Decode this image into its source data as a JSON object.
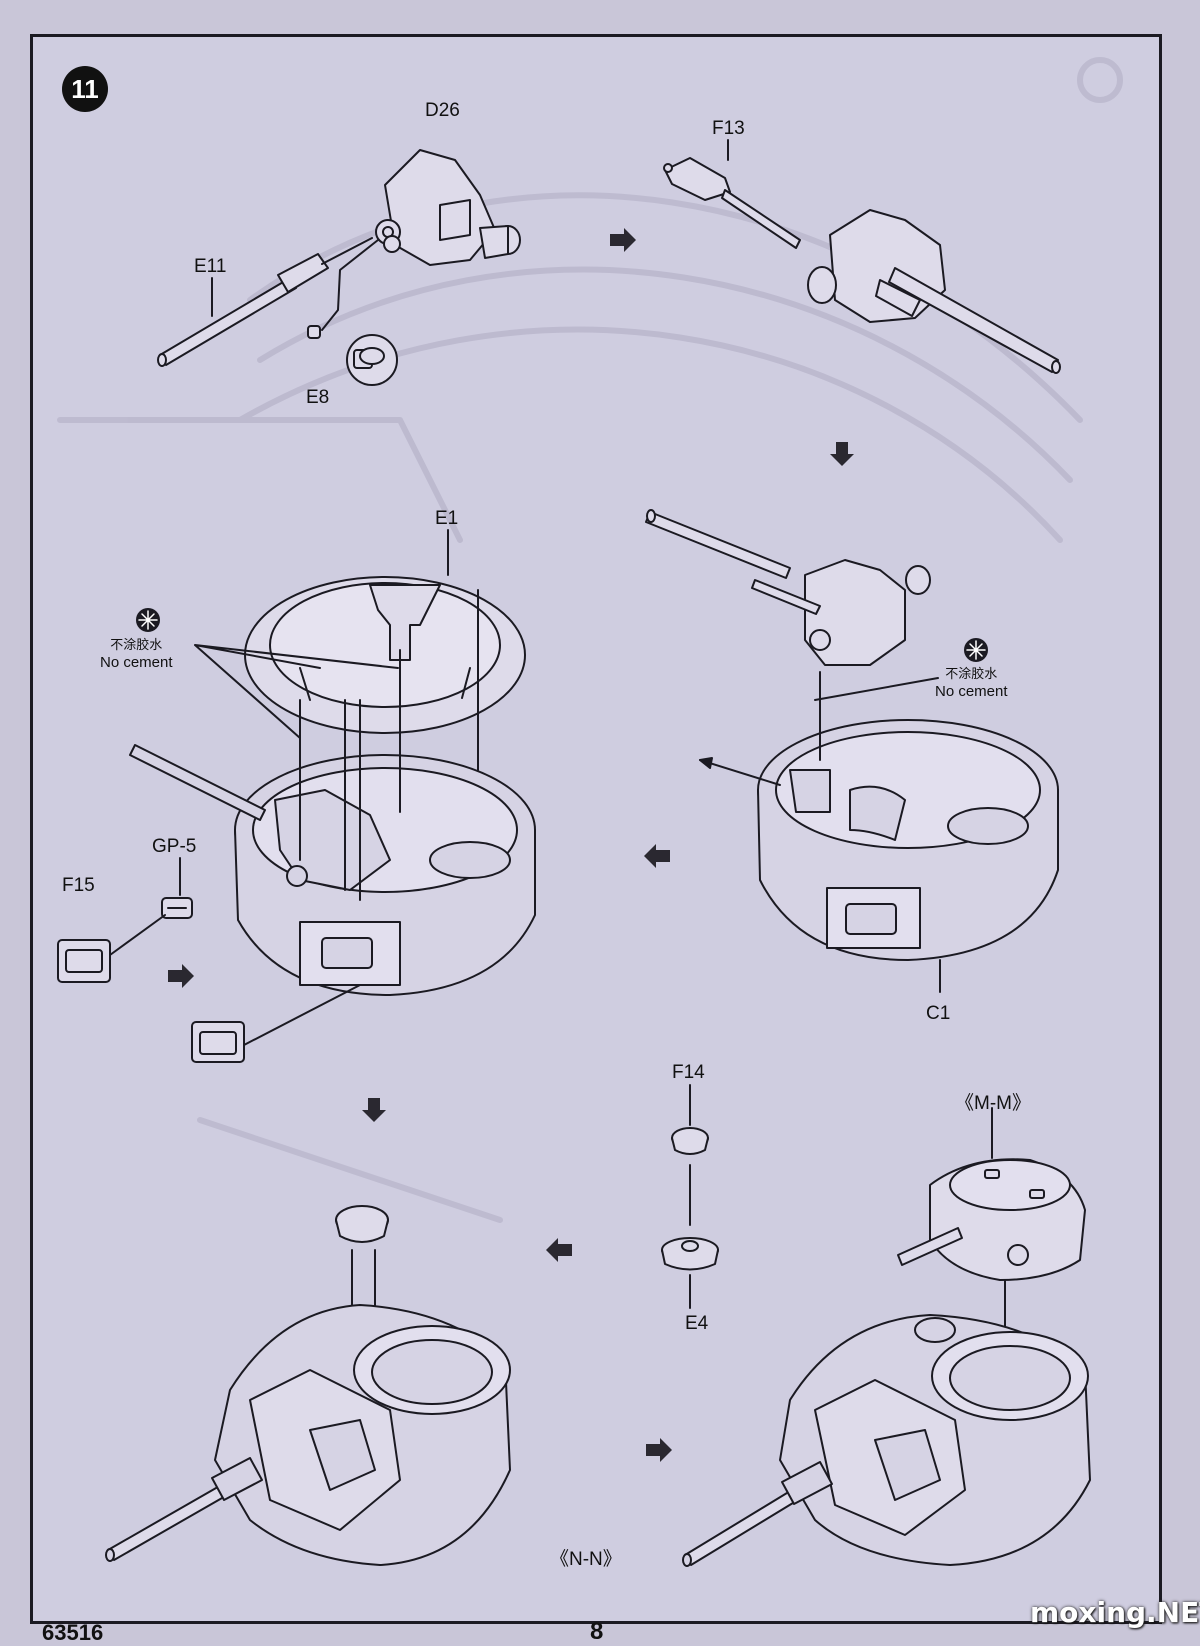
{
  "step_number": "11",
  "parts": {
    "d26": "D26",
    "f13": "F13",
    "e11": "E11",
    "e8": "E8",
    "e1": "E1",
    "gp5": "GP-5",
    "f15": "F15",
    "c1": "C1",
    "f14": "F14",
    "e4": "E4"
  },
  "notes": {
    "no_cement_cn": "不涂胶水",
    "no_cement_en": "No cement"
  },
  "views": {
    "m_m": "《M-M》",
    "n_n": "《N-N》"
  },
  "footer": {
    "product_code": "63516",
    "page_number": "8"
  },
  "watermark": "moxing.NET"
}
